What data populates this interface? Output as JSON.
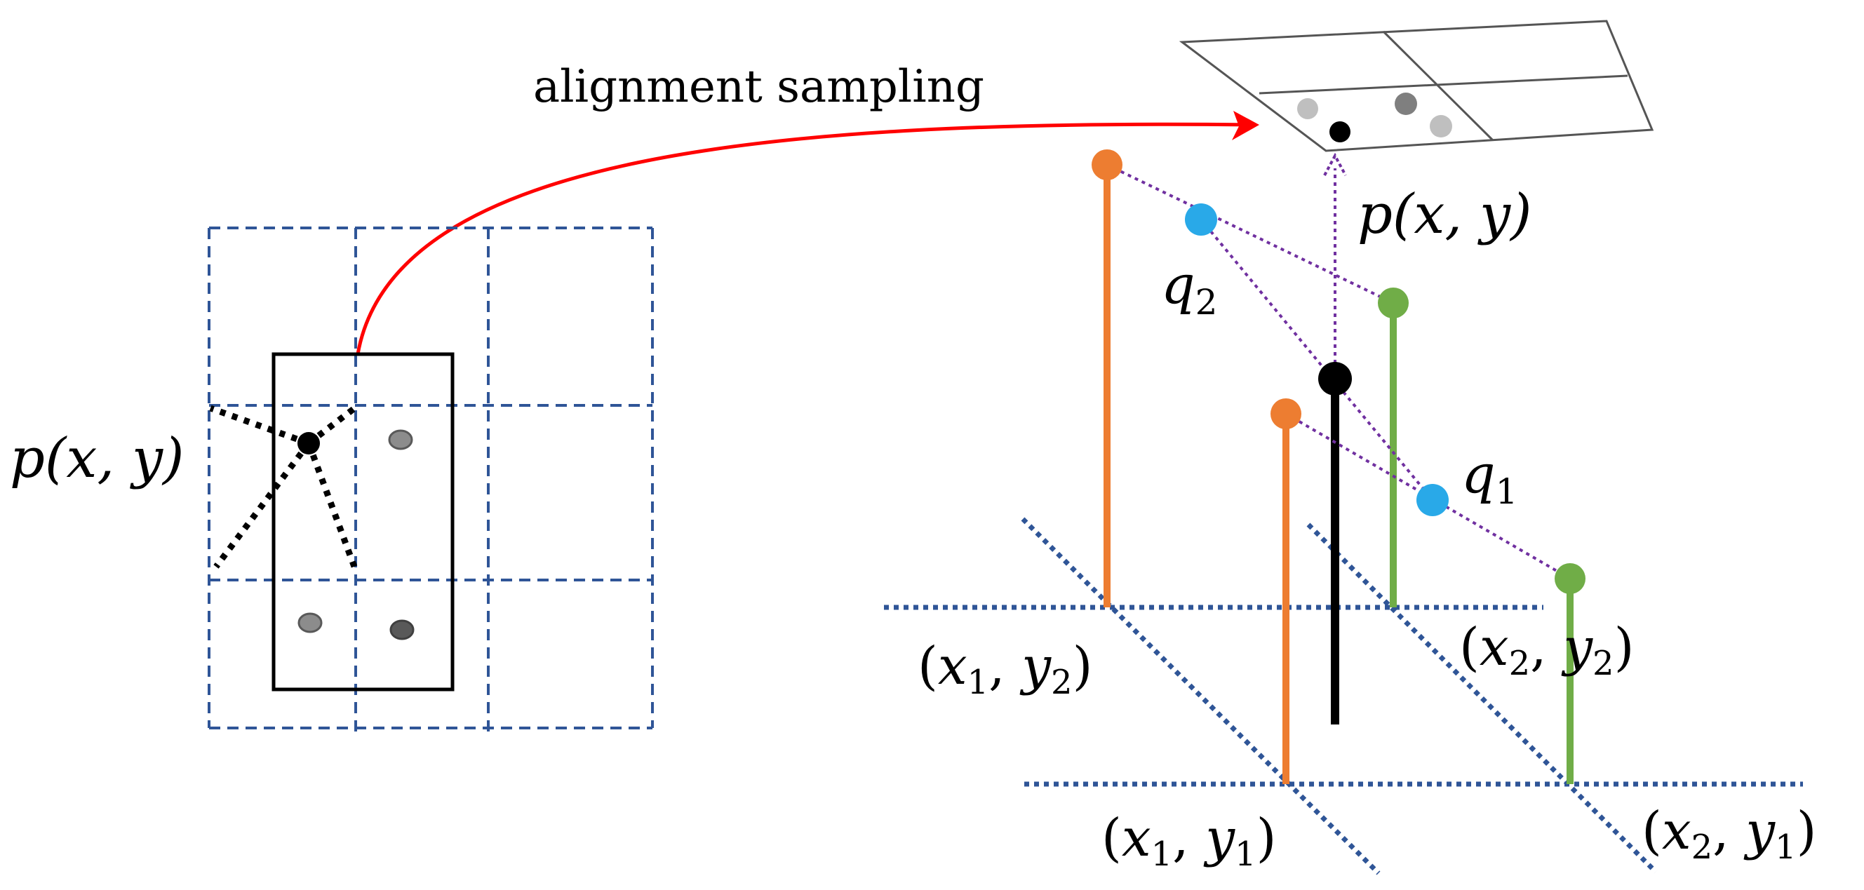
{
  "title": "alignment sampling",
  "left_panel": {
    "point_label": "p(x, y)",
    "grid": {
      "rows": 3,
      "cols": 3
    }
  },
  "right_panel": {
    "point_label": "p(x, y)",
    "q1_label": "q",
    "q1_subscript": "1",
    "q2_label": "q",
    "q2_subscript": "2",
    "corner_labels": {
      "x1y2": {
        "x": "x",
        "xs": "1",
        "y": "y",
        "ys": "2"
      },
      "x2y2": {
        "x": "x",
        "xs": "2",
        "y": "y",
        "ys": "2"
      },
      "x1y1": {
        "x": "x",
        "xs": "1",
        "y": "y",
        "ys": "1"
      },
      "x2y1": {
        "x": "x",
        "xs": "2",
        "y": "y",
        "ys": "1"
      }
    }
  },
  "colors": {
    "arrow_red": "#ff0000",
    "grid_dashed_blue": "#2f5597",
    "orange": "#ed7d31",
    "green": "#70ad47",
    "blue_point": "#29a9e8",
    "purple_dotted": "#7030a0",
    "black": "#000000",
    "gray_dot": "#8c8c8c",
    "dark_gray_dot": "#595959",
    "light_gray_dot": "#bfbfbf"
  }
}
